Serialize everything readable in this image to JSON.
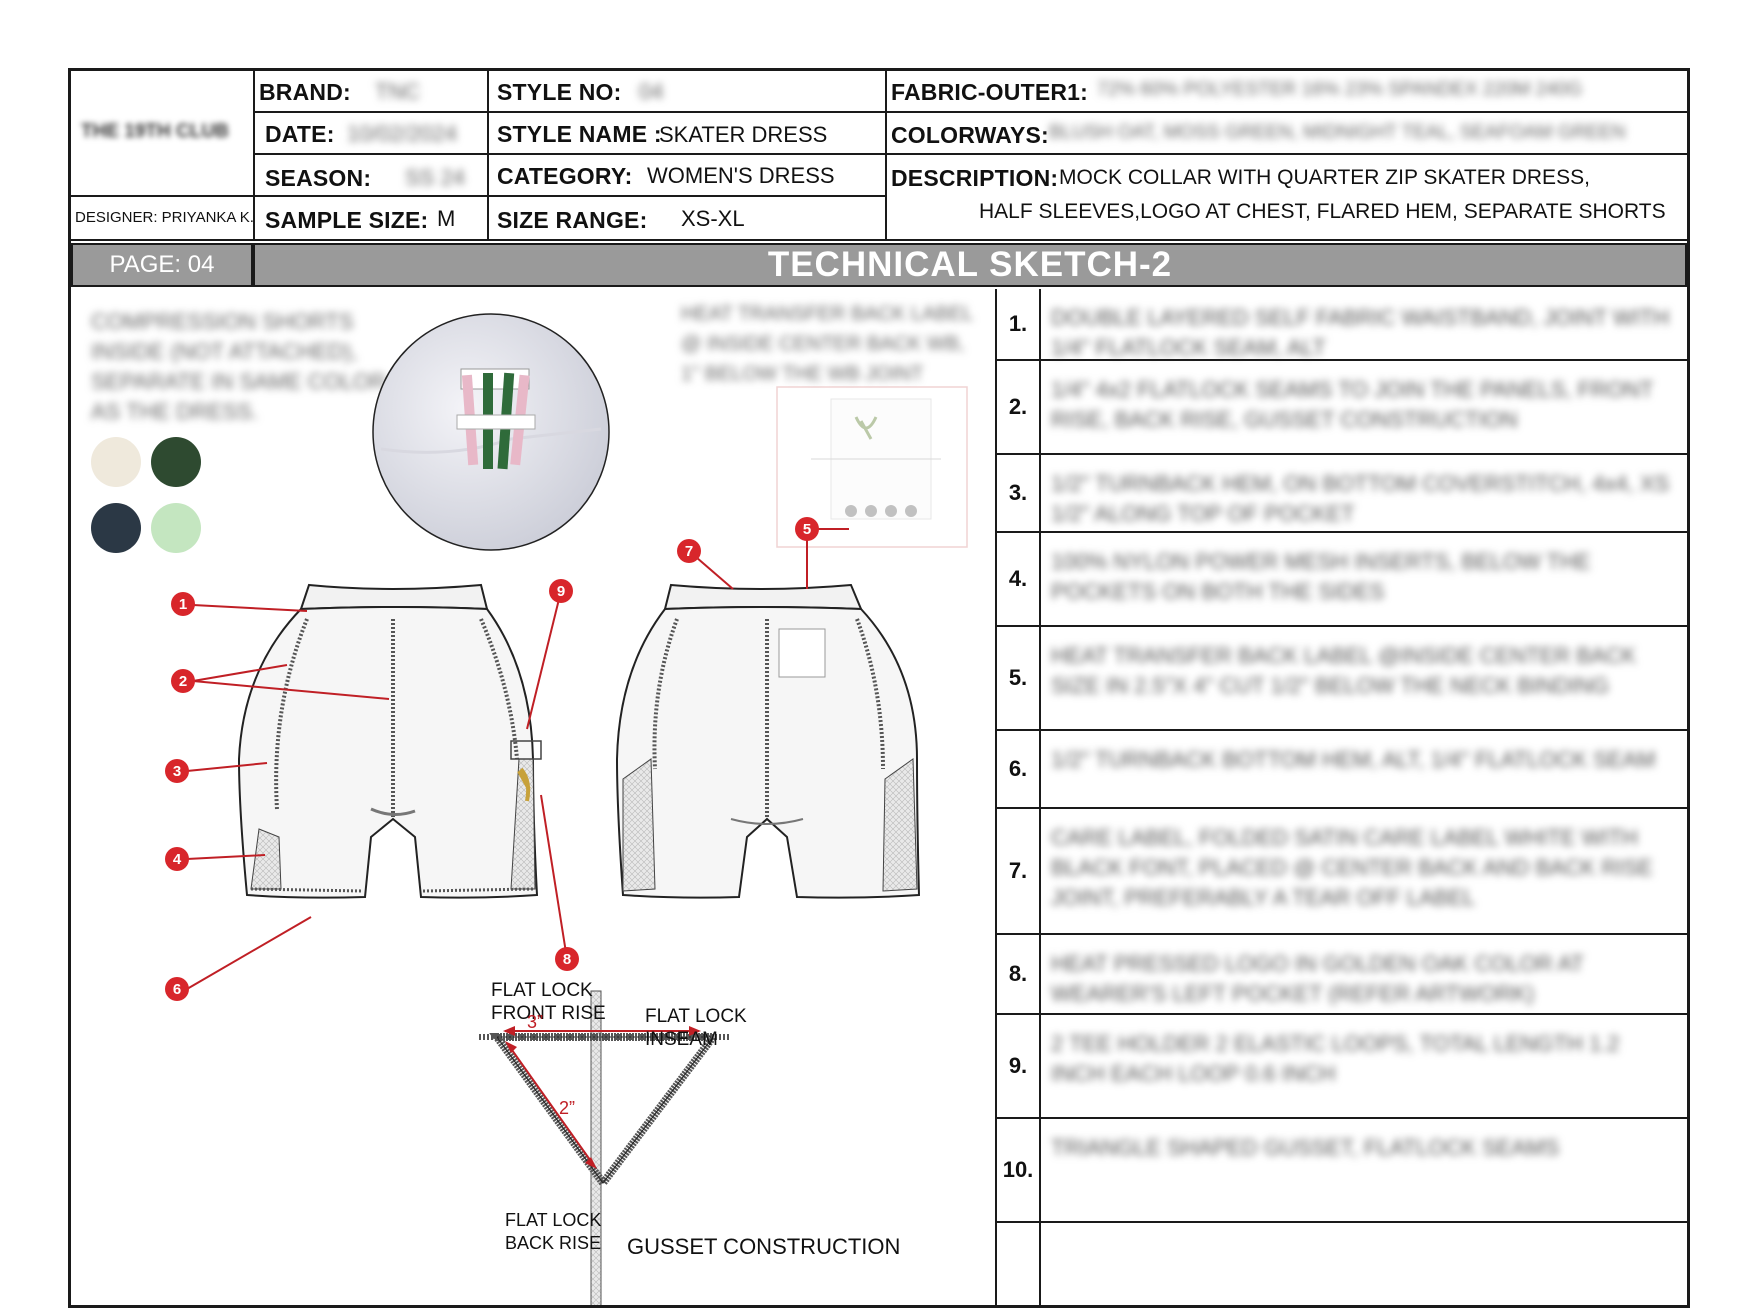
{
  "header": {
    "logo_text": "THE 19TH CLUB",
    "brand_label": "BRAND:",
    "brand_value": "TNC",
    "date_label": "DATE:",
    "date_value": "10/02/2024",
    "season_label": "SEASON:",
    "season_value": "SS 24",
    "designer": "DESIGNER: PRIYANKA K.",
    "sample_size_label": "SAMPLE SIZE:",
    "sample_size_value": "M",
    "style_no_label": "STYLE NO:",
    "style_no_value": "04",
    "style_name_label": "STYLE NAME :",
    "style_name_value": "SKATER DRESS",
    "category_label": "CATEGORY:",
    "category_value": "WOMEN'S DRESS",
    "size_range_label": "SIZE RANGE:",
    "size_range_value": "XS-XL",
    "fabric_label": "FABRIC-OUTER1:",
    "fabric_value": "72% 60% POLYESTER 16% 23% SPANDEX 220M 240G",
    "colorways_label": "COLORWAYS:",
    "colorways_value": "BLUSH OAT, MOSS GREEN, MIDNIGHT TEAL, SEAFOAM GREEN",
    "description_label": "DESCRIPTION:",
    "description_line1": "MOCK COLLAR WITH QUARTER ZIP SKATER DRESS,",
    "description_line2": "HALF SLEEVES,LOGO AT CHEST, FLARED HEM, SEPARATE SHORTS"
  },
  "page_label": "PAGE: 04",
  "title": "TECHNICAL SKETCH-2",
  "sketch": {
    "shorts_note": "COMPRESSION SHORTS INSIDE (NOT ATTACHED), SEPARATE IN SAME COLOR AS THE DRESS.",
    "label_note": "HEAT TRANSFER BACK LABEL @ INSIDE CENTER BACK WB, 1\" BELOW THE WB JOINT",
    "swatches": [
      "#efe9dc",
      "#2e4a30",
      "#2b3845",
      "#c4e6c0"
    ],
    "callouts": [
      "1",
      "2",
      "3",
      "4",
      "5",
      "6",
      "7",
      "8",
      "9"
    ],
    "gusset": {
      "front_rise": "FLAT LOCK\nFRONT RISE",
      "inseam": "FLAT LOCK\nINSEAM",
      "back_rise": "FLAT LOCK\nBACK RISE",
      "dim_3": "3”",
      "dim_2": "2”",
      "caption": "GUSSET CONSTRUCTION"
    }
  },
  "notes": [
    {
      "num": "1.",
      "text": "DOUBLE LAYERED SELF FABRIC WAISTBAND, JOINT WITH 1/4\" FLATLOCK SEAM, ALT"
    },
    {
      "num": "2.",
      "text": "1/4\" 4x2 FLATLOCK SEAMS TO JOIN THE PANELS, FRONT RISE, BACK RISE, GUSSET CONSTRUCTION"
    },
    {
      "num": "3.",
      "text": "1/2\" TURNBACK HEM, ON BOTTOM COVERSTITCH, 4x4, XS 1/2\" ALONG TOP OF POCKET"
    },
    {
      "num": "4.",
      "text": "100% NYLON POWER MESH INSERTS, BELOW THE POCKETS ON BOTH THE SIDES"
    },
    {
      "num": "5.",
      "text": "HEAT TRANSFER BACK LABEL @INSIDE CENTER BACK SIZE IN 2.5\"X 4\" CUT 1/2\" BELOW THE NECK BINDING"
    },
    {
      "num": "6.",
      "text": "1/2\" TURNBACK BOTTOM HEM, ALT, 1/4\" FLATLOCK SEAM"
    },
    {
      "num": "7.",
      "text": "CARE LABEL, FOLDED SATIN CARE LABEL WHITE WITH BLACK FONT, PLACED @ CENTER BACK AND BACK RISE JOINT, PREFERABLY A TEAR OFF LABEL"
    },
    {
      "num": "8.",
      "text": "HEAT PRESSED LOGO IN GOLDEN OAK COLOR AT WEARER'S LEFT POCKET                    (REFER ARTWORK)"
    },
    {
      "num": "9.",
      "text": "2 TEE HOLDER 2 ELASTIC LOOPS, TOTAL LENGTH 1.2 INCH EACH LOOP 0.6 INCH"
    },
    {
      "num": "10.",
      "text": "TRIANGLE SHAPED GUSSET, FLATLOCK SEAMS"
    },
    {
      "num": "",
      "text": ""
    }
  ]
}
